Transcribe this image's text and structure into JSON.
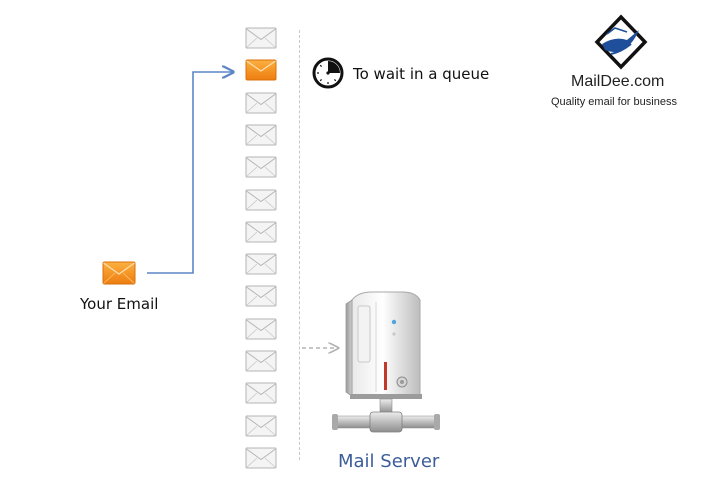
{
  "diagram": {
    "queue_status": "To wait in a queue",
    "source_label": "Your Email",
    "server_label": "Mail Server",
    "queue_length": 14,
    "highlighted_slot": 1
  },
  "logo": {
    "name": "MailDee.com",
    "tagline": "Quality email for business"
  },
  "colors": {
    "arrow": "#5b86c5",
    "envelope_active": "#f5961e",
    "envelope_inactive": "#e2e2e2",
    "server_label": "#3c5d9a",
    "logo_blue": "#1f4f9a"
  },
  "icons": [
    "envelope-icon",
    "clock-icon",
    "server-icon",
    "maildee-logo-icon"
  ]
}
